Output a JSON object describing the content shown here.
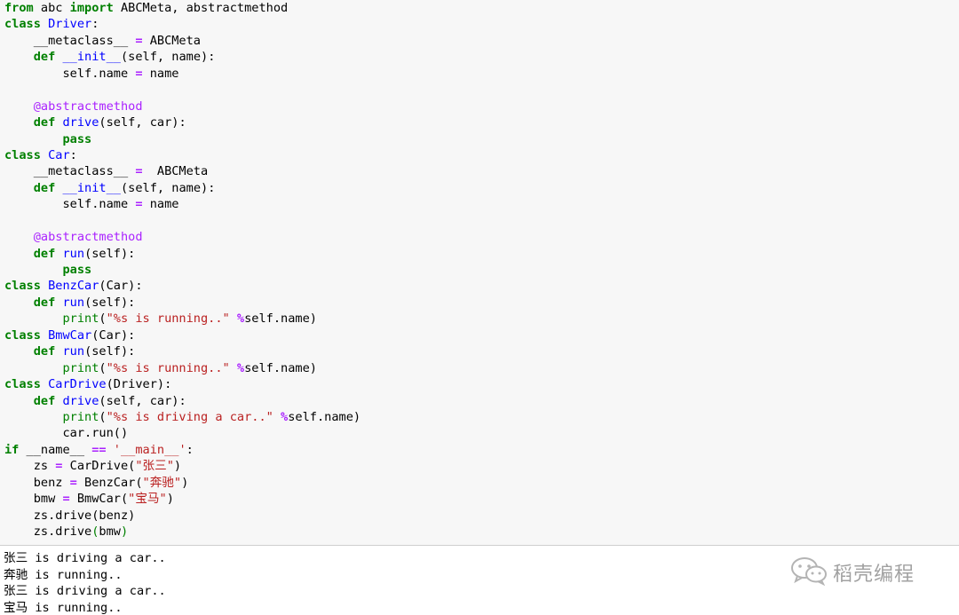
{
  "code_cell": {
    "lines": [
      [
        [
          "kw",
          "from"
        ],
        [
          "plain",
          " abc "
        ],
        [
          "kw",
          "import"
        ],
        [
          "plain",
          " ABCMeta, abstractmethod"
        ]
      ],
      [
        [
          "kw",
          "class"
        ],
        [
          "plain",
          " "
        ],
        [
          "def",
          "Driver"
        ],
        [
          "plain",
          ":"
        ]
      ],
      [
        [
          "plain",
          "    __metaclass__ "
        ],
        [
          "op",
          "="
        ],
        [
          "plain",
          " ABCMeta"
        ]
      ],
      [
        [
          "plain",
          "    "
        ],
        [
          "kw",
          "def"
        ],
        [
          "plain",
          " "
        ],
        [
          "def",
          "__init__"
        ],
        [
          "plain",
          "(self, name):"
        ]
      ],
      [
        [
          "plain",
          "        self.name "
        ],
        [
          "op",
          "="
        ],
        [
          "plain",
          " name"
        ]
      ],
      [
        [
          "plain",
          ""
        ]
      ],
      [
        [
          "plain",
          "    "
        ],
        [
          "deco",
          "@abstractmethod"
        ]
      ],
      [
        [
          "plain",
          "    "
        ],
        [
          "kw",
          "def"
        ],
        [
          "plain",
          " "
        ],
        [
          "def",
          "drive"
        ],
        [
          "plain",
          "(self, car):"
        ]
      ],
      [
        [
          "plain",
          "        "
        ],
        [
          "kw",
          "pass"
        ]
      ],
      [
        [
          "kw",
          "class"
        ],
        [
          "plain",
          " "
        ],
        [
          "def",
          "Car"
        ],
        [
          "plain",
          ":"
        ]
      ],
      [
        [
          "plain",
          "    __metaclass__ "
        ],
        [
          "op",
          "="
        ],
        [
          "plain",
          "  ABCMeta"
        ]
      ],
      [
        [
          "plain",
          "    "
        ],
        [
          "kw",
          "def"
        ],
        [
          "plain",
          " "
        ],
        [
          "def",
          "__init__"
        ],
        [
          "plain",
          "(self, name):"
        ]
      ],
      [
        [
          "plain",
          "        self.name "
        ],
        [
          "op",
          "="
        ],
        [
          "plain",
          " name"
        ]
      ],
      [
        [
          "plain",
          ""
        ]
      ],
      [
        [
          "plain",
          "    "
        ],
        [
          "deco",
          "@abstractmethod"
        ]
      ],
      [
        [
          "plain",
          "    "
        ],
        [
          "kw",
          "def"
        ],
        [
          "plain",
          " "
        ],
        [
          "def",
          "run"
        ],
        [
          "plain",
          "(self):"
        ]
      ],
      [
        [
          "plain",
          "        "
        ],
        [
          "kw",
          "pass"
        ]
      ],
      [
        [
          "kw",
          "class"
        ],
        [
          "plain",
          " "
        ],
        [
          "def",
          "BenzCar"
        ],
        [
          "plain",
          "(Car):"
        ]
      ],
      [
        [
          "plain",
          "    "
        ],
        [
          "kw",
          "def"
        ],
        [
          "plain",
          " "
        ],
        [
          "def",
          "run"
        ],
        [
          "plain",
          "(self):"
        ]
      ],
      [
        [
          "plain",
          "        "
        ],
        [
          "builtin",
          "print"
        ],
        [
          "plain",
          "("
        ],
        [
          "str",
          "\"%s is running..\""
        ],
        [
          "plain",
          " "
        ],
        [
          "op",
          "%"
        ],
        [
          "plain",
          "self.name)"
        ]
      ],
      [
        [
          "kw",
          "class"
        ],
        [
          "plain",
          " "
        ],
        [
          "def",
          "BmwCar"
        ],
        [
          "plain",
          "(Car):"
        ]
      ],
      [
        [
          "plain",
          "    "
        ],
        [
          "kw",
          "def"
        ],
        [
          "plain",
          " "
        ],
        [
          "def",
          "run"
        ],
        [
          "plain",
          "(self):"
        ]
      ],
      [
        [
          "plain",
          "        "
        ],
        [
          "builtin",
          "print"
        ],
        [
          "plain",
          "("
        ],
        [
          "str",
          "\"%s is running..\""
        ],
        [
          "plain",
          " "
        ],
        [
          "op",
          "%"
        ],
        [
          "plain",
          "self.name)"
        ]
      ],
      [
        [
          "kw",
          "class"
        ],
        [
          "plain",
          " "
        ],
        [
          "def",
          "CarDrive"
        ],
        [
          "plain",
          "(Driver):"
        ]
      ],
      [
        [
          "plain",
          "    "
        ],
        [
          "kw",
          "def"
        ],
        [
          "plain",
          " "
        ],
        [
          "def",
          "drive"
        ],
        [
          "plain",
          "(self, car):"
        ]
      ],
      [
        [
          "plain",
          "        "
        ],
        [
          "builtin",
          "print"
        ],
        [
          "plain",
          "("
        ],
        [
          "str",
          "\"%s is driving a car..\""
        ],
        [
          "plain",
          " "
        ],
        [
          "op",
          "%"
        ],
        [
          "plain",
          "self.name)"
        ]
      ],
      [
        [
          "plain",
          "        car.run()"
        ]
      ],
      [
        [
          "kw",
          "if"
        ],
        [
          "plain",
          " __name__ "
        ],
        [
          "op",
          "=="
        ],
        [
          "plain",
          " "
        ],
        [
          "str",
          "'__main__'"
        ],
        [
          "plain",
          ":"
        ]
      ],
      [
        [
          "plain",
          "    zs "
        ],
        [
          "op",
          "="
        ],
        [
          "plain",
          " CarDrive("
        ],
        [
          "str",
          "\"张三\""
        ],
        [
          "plain",
          ")"
        ]
      ],
      [
        [
          "plain",
          "    benz "
        ],
        [
          "op",
          "="
        ],
        [
          "plain",
          " BenzCar("
        ],
        [
          "str",
          "\"奔驰\""
        ],
        [
          "plain",
          ")"
        ]
      ],
      [
        [
          "plain",
          "    bmw "
        ],
        [
          "op",
          "="
        ],
        [
          "plain",
          " BmwCar("
        ],
        [
          "str",
          "\"宝马\""
        ],
        [
          "plain",
          ")"
        ]
      ],
      [
        [
          "plain",
          "    zs.drive(benz)"
        ]
      ],
      [
        [
          "plain",
          "    zs.drive"
        ],
        [
          "builtin",
          "("
        ],
        [
          "plain",
          "bmw"
        ],
        [
          "builtin",
          ")"
        ]
      ]
    ]
  },
  "output": {
    "lines": [
      "张三 is driving a car..",
      "奔驰 is running..",
      "张三 is driving a car..",
      "宝马 is running.."
    ]
  },
  "watermark": {
    "icon": "wechat-icon",
    "text": "稻壳编程"
  }
}
